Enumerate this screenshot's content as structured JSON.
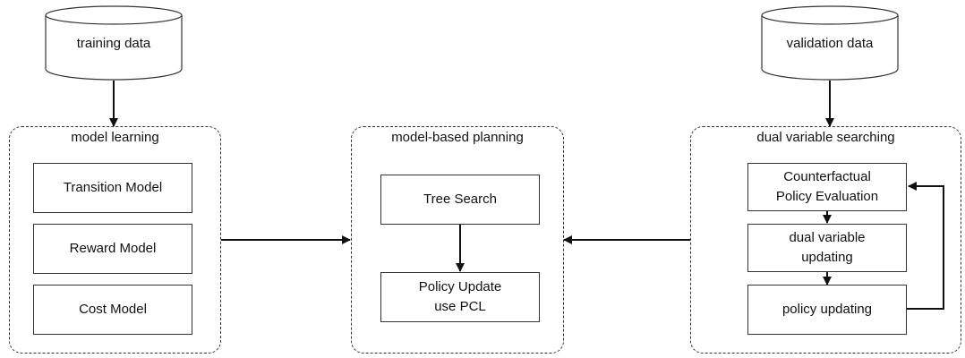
{
  "data_sources": {
    "training": "training data",
    "validation": "validation data"
  },
  "groups": {
    "model_learning": {
      "title": "model learning",
      "items": [
        "Transition Model",
        "Reward Model",
        "Cost Model"
      ]
    },
    "model_based_planning": {
      "title": "model-based planning",
      "tree_search": "Tree Search",
      "policy_update_line1": "Policy Update",
      "policy_update_line2": "use PCL"
    },
    "dual_variable_searching": {
      "title": "dual variable searching",
      "cpe_line1": "Counterfactual",
      "cpe_line2": "Policy Evaluation",
      "dual_line1": "dual variable",
      "dual_line2": "updating",
      "policy_updating": "policy updating"
    }
  }
}
